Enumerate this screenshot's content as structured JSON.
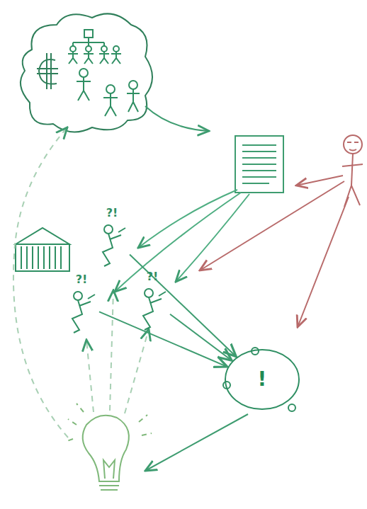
{
  "diagram": {
    "nodes": [
      {
        "text": [
          "?!"
        ]
      },
      {
        "text": [
          "?!"
        ]
      },
      {
        "text": [
          "?!"
        ]
      },
      {
        "text": [
          "!"
        ]
      }
    ],
    "edges": [
      {
        "from": 0,
        "to": 3,
        "arrow": "to"
      },
      {
        "from": 1,
        "to": 3,
        "arrow": "to"
      },
      {
        "from": 2,
        "to": 3,
        "arrow": "to"
      }
    ]
  }
}
